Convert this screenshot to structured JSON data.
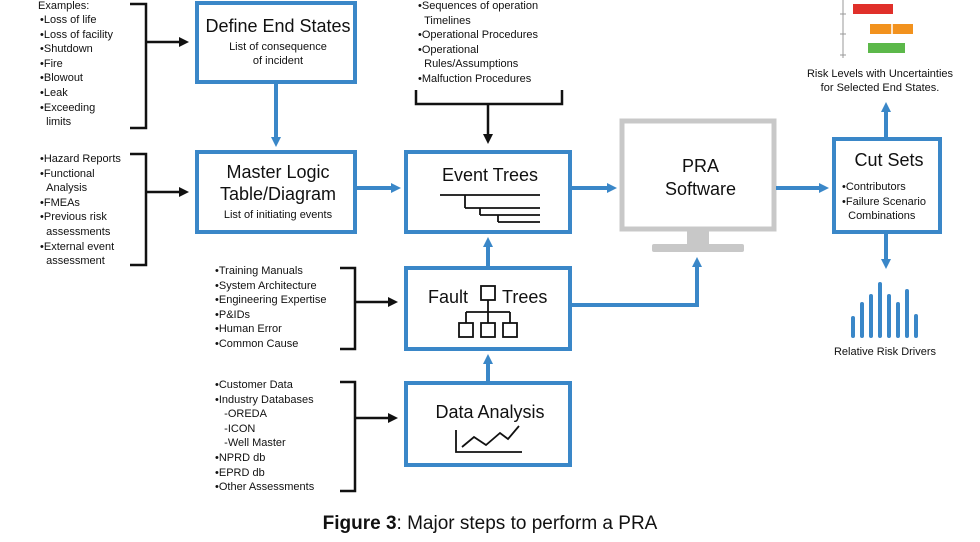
{
  "colors": {
    "box_blue": "#3a87c8",
    "monitor_grey": "#c8c8c8",
    "risk_red": "#e0302a",
    "risk_orange": "#f2921e",
    "risk_green": "#5cb84a"
  },
  "icons": [
    "event-tree-icon",
    "fault-tree-icon",
    "trend-chart-icon",
    "monitor-icon",
    "risk-bar-chart-icon",
    "risk-drivers-chart-icon"
  ],
  "define_end_states": {
    "examples_heading": "Examples:",
    "examples": [
      "Loss of life",
      "Loss of facility",
      "Shutdown",
      "Fire",
      "Blowout",
      "Leak",
      "Exceeding",
      "limits"
    ],
    "title": "Define End States",
    "subtitle_line1": "List of consequence",
    "subtitle_line2": "of incident"
  },
  "master_logic": {
    "inputs": [
      "Hazard Reports",
      "Functional",
      "Analysis",
      "FMEAs",
      "Previous risk",
      "assessments",
      "External event",
      "assessment"
    ],
    "title_line1": "Master Logic",
    "title_line2": "Table/Diagram",
    "subtitle": "List of initiating events"
  },
  "event_trees": {
    "inputs": [
      "Sequences of operation",
      "Timelines",
      "Operational Procedures",
      "Operational",
      "Rules/Assumptions",
      "Malfuction Procedures"
    ],
    "title": "Event Trees"
  },
  "fault_trees": {
    "inputs": [
      "Training Manuals",
      "System Architecture",
      "Engineering Expertise",
      "P&IDs",
      "Human Error",
      "Common Cause"
    ],
    "title_left": "Fault",
    "title_right": "Trees"
  },
  "data_analysis": {
    "inputs": [
      "Customer Data",
      "Industry Databases",
      "-OREDA",
      "-ICON",
      "-Well Master",
      "NPRD db",
      "EPRD db",
      "Other Assessments"
    ],
    "title": "Data Analysis"
  },
  "pra_software": {
    "title_line1": "PRA",
    "title_line2": "Software"
  },
  "cut_sets": {
    "title": "Cut Sets",
    "items": [
      "Contributors",
      "Failure Scenario",
      "Combinations"
    ]
  },
  "risk_levels": {
    "caption_line1": "Risk Levels with Uncertainties",
    "caption_line2": "for Selected End States."
  },
  "risk_drivers": {
    "caption": "Relative Risk Drivers"
  },
  "figure_caption": {
    "label": "Figure 3",
    "text": ": Major steps to perform a PRA"
  }
}
